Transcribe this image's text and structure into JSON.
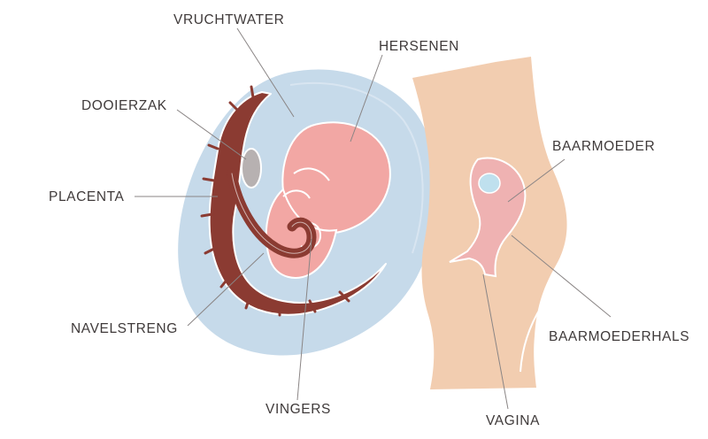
{
  "labels": {
    "vruchtwater": "VRUCHTWATER",
    "hersenen": "HERSENEN",
    "dooierzak": "DOOIERZAK",
    "placenta": "PLACENTA",
    "baarmoeder": "BAARMOEDER",
    "navelstreng": "NAVELSTRENG",
    "baarmoederhals": "BAARMOEDERHALS",
    "vingers": "VINGERS",
    "vagina": "VAGINA"
  },
  "colors": {
    "amniotic_sac": "#c6daea",
    "embryo": "#f2a7a4",
    "placenta": "#8b3b32",
    "yolk_sac": "#b7b1b1",
    "body_skin": "#f2cdb0",
    "uterus_pink": "#efb2b2",
    "uterus_inner": "#bfe0ee",
    "text": "#3f3a3a",
    "leader_line": "#8a8585"
  }
}
